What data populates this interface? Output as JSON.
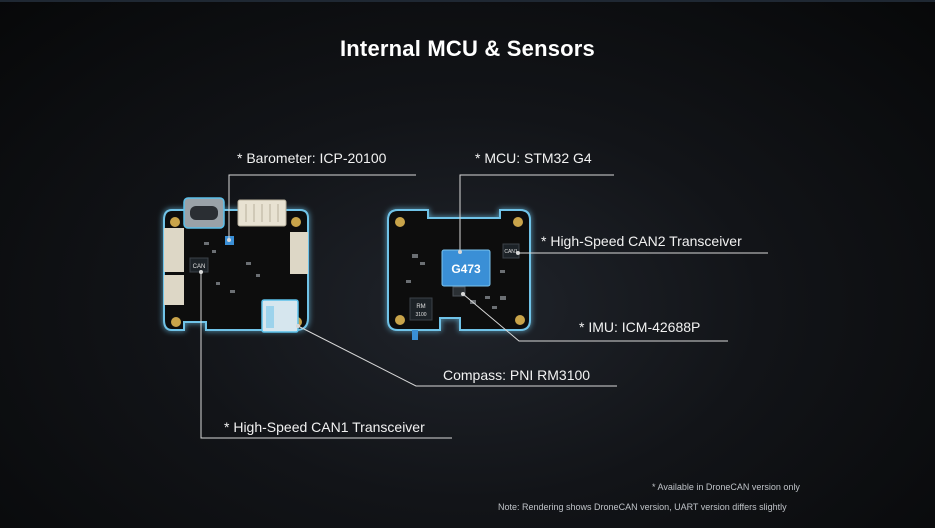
{
  "title": "Internal MCU & Sensors",
  "labels": {
    "barometer": "* Barometer: ICP-20100",
    "mcu": "* MCU: STM32 G4",
    "can2": "* High-Speed CAN2 Transceiver",
    "imu": "* IMU: ICM-42688P",
    "compass": "Compass: PNI RM3100",
    "can1": "* High-Speed CAN1 Transceiver"
  },
  "chips": {
    "mcu": "G473",
    "can1": "CAN1",
    "can_left": "CAN",
    "rm": "RM",
    "rm_sub": "3100"
  },
  "notes": {
    "available": "* Available in DroneCAN version only",
    "rendering": "Note: Rendering shows DroneCAN version, UART version differs slightly"
  },
  "colors": {
    "background": "#0b0c0e",
    "board": "#0e0f10",
    "board_glow": "#6fc3e8",
    "leader_line": "#d8d8d8",
    "text": "#f2f2f2"
  }
}
